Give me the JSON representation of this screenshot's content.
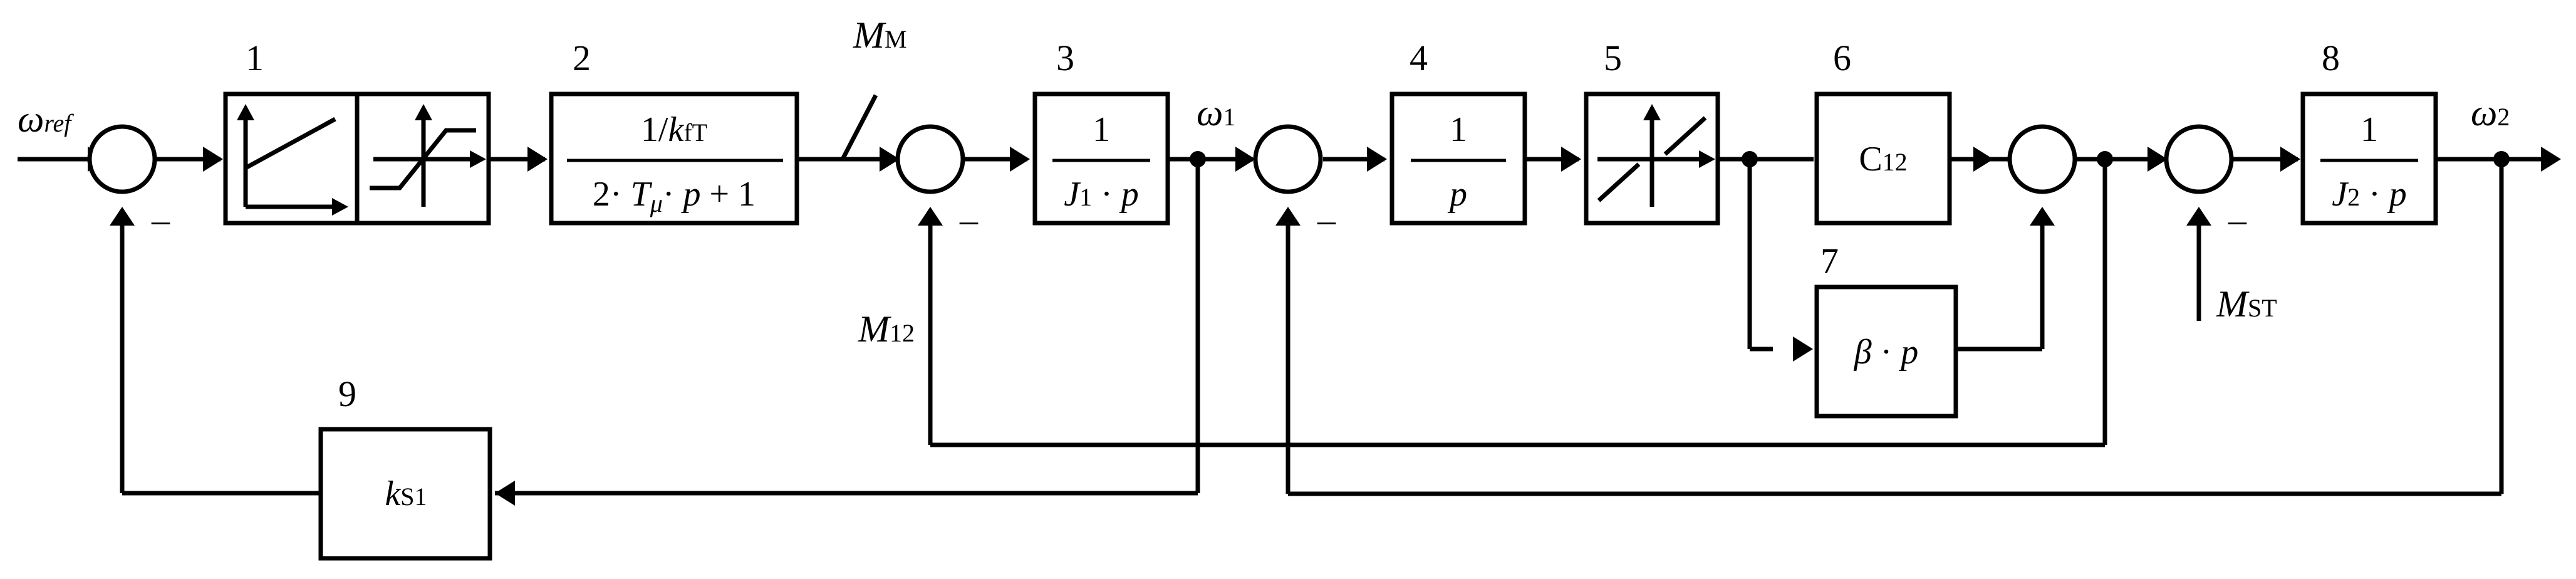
{
  "inputs": {
    "omega_ref": {
      "sym": "ω",
      "sub": "ref"
    }
  },
  "signals": {
    "M_M": {
      "sym": "M",
      "sub": "M"
    },
    "omega_1": {
      "sym": "ω",
      "sub": "1"
    },
    "omega_2": {
      "sym": "ω",
      "sub": "2"
    },
    "M_12": {
      "sym": "M",
      "sub": "12"
    },
    "M_ST": {
      "sym": "M",
      "sub": "ST"
    }
  },
  "blocks": [
    {
      "id": "1",
      "number": "1",
      "kind": "linear-ramp + saturation"
    },
    {
      "id": "2",
      "number": "2",
      "num_pre": "1/",
      "num_k": "k",
      "num_k_sub": "fT",
      "den_a": "2· ",
      "den_T": "T",
      "den_T_sub": "μ",
      "den_b": "· ",
      "den_p": "p",
      "den_c": " + 1"
    },
    {
      "id": "3",
      "number": "3",
      "num": "1",
      "den_J": "J",
      "den_J_sub": "1",
      "den_mid": " · ",
      "den_p": "p"
    },
    {
      "id": "4",
      "number": "4",
      "num": "1",
      "den_p": "p"
    },
    {
      "id": "5",
      "number": "5",
      "kind": "dead-zone / backlash"
    },
    {
      "id": "6",
      "number": "6",
      "C": "C",
      "C_sub": "12"
    },
    {
      "id": "7",
      "number": "7",
      "beta": "β",
      "mid": " · ",
      "p": "p"
    },
    {
      "id": "8",
      "number": "8",
      "num": "1",
      "den_J": "J",
      "den_J_sub": "2",
      "den_mid": " · ",
      "den_p": "p"
    },
    {
      "id": "9",
      "number": "9",
      "k": "k",
      "k_sub": "S1"
    }
  ],
  "signs": {
    "minus": "–"
  }
}
